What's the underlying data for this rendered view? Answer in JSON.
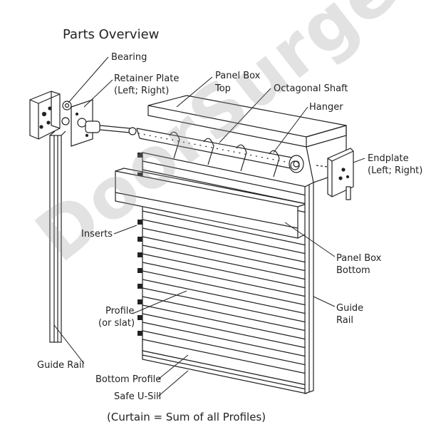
{
  "title": "Parts Overview",
  "labels": {
    "bearing": "Bearing",
    "retainer_plate_1": "Retainer Plate",
    "retainer_plate_2": "(Left; Right)",
    "panel_box_top_1": "Panel Box",
    "panel_box_top_2": "Top",
    "octagonal_shaft": "Octagonal Shaft",
    "hanger": "Hanger",
    "endplate_1": "Endplate",
    "endplate_2": "(Left; Right)",
    "inserts": "Inserts",
    "panel_box_bottom_1": "Panel Box",
    "panel_box_bottom_2": "Bottom",
    "profile_1": "Profile",
    "profile_2": "(or slat)",
    "guide_rail_right_1": "Guide",
    "guide_rail_right_2": "Rail",
    "guide_rail_left": "Guide Rail",
    "bottom_profile": "Bottom Profile",
    "safe_u_sill": "Safe U-Sill"
  },
  "caption": "(Curtain = Sum of all Profiles)",
  "watermark": "DoorSurgeon.com",
  "colors": {
    "line": "#222222",
    "watermark": "#969696"
  }
}
